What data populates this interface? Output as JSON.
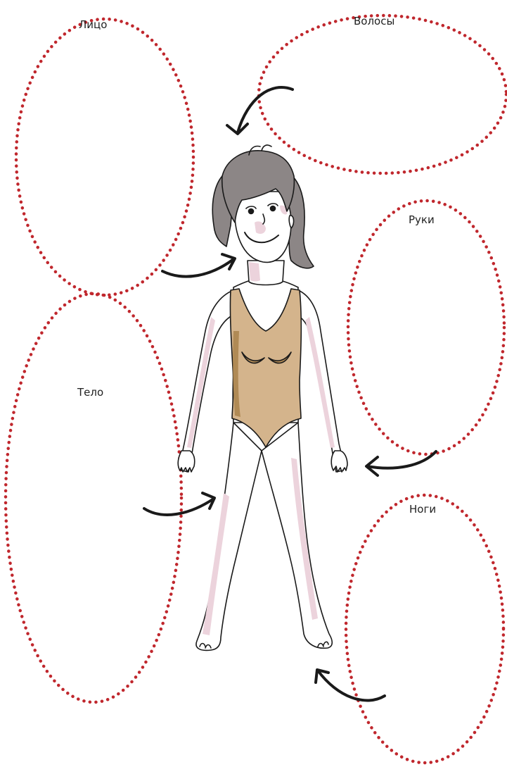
{
  "labels": {
    "face": "Лицо",
    "hair": "Волосы",
    "hands": "Руки",
    "body": "Тело",
    "legs": "Ноги"
  },
  "colors": {
    "dotted_outline": "#c0272d",
    "arrow": "#1a1a1a",
    "swimsuit": "#d4b48c",
    "swimsuit_shade": "#b08a55",
    "skin": "#ffffff",
    "skin_shade": "#ecd3dc",
    "hair": "#8c8686",
    "hair_shade": "#6e6969",
    "line": "#1a1a1a"
  }
}
